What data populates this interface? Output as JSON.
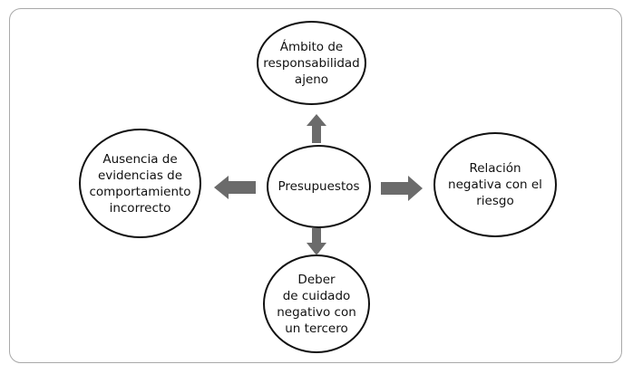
{
  "diagram": {
    "center": {
      "label": "Presupuestos"
    },
    "top": {
      "label": "Ámbito de\nresponsabilidad\najeno"
    },
    "right": {
      "label": "Relación\nnegativa con el\nriesgo"
    },
    "bottom": {
      "label": "Deber\nde cuidado\nnegativo con\nun tercero"
    },
    "left": {
      "label": "Ausencia de\nevidencias de\ncomportamiento\nincorrecto"
    },
    "colors": {
      "arrow": "#6b6b6b",
      "border": "#111111",
      "frame": "#a9a9a9"
    }
  }
}
